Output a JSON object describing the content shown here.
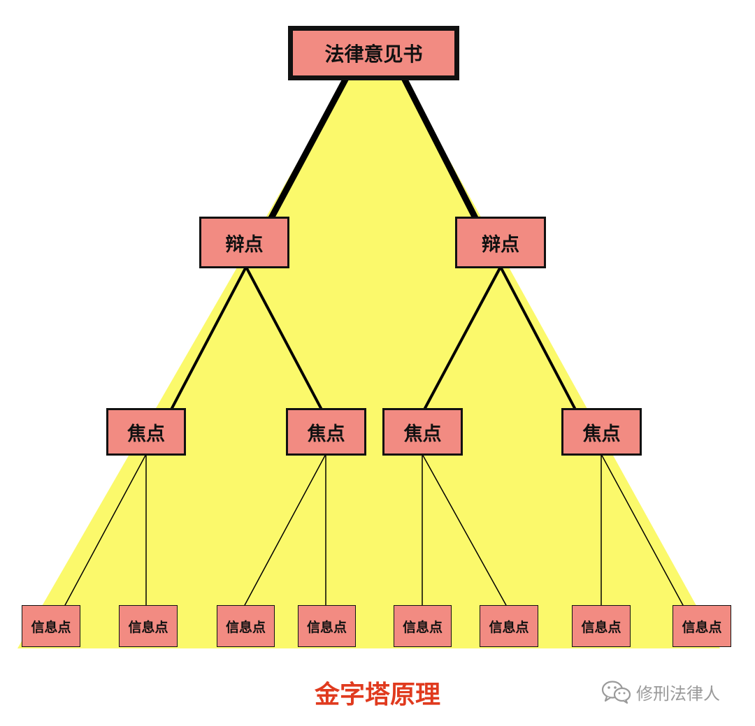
{
  "nodes": {
    "root": {
      "label": "法律意见书"
    },
    "arguments": [
      {
        "label": "辩点"
      },
      {
        "label": "辩点"
      }
    ],
    "focuses": [
      {
        "label": "焦点"
      },
      {
        "label": "焦点"
      },
      {
        "label": "焦点"
      },
      {
        "label": "焦点"
      }
    ],
    "info_points": [
      {
        "label": "信息点"
      },
      {
        "label": "信息点"
      },
      {
        "label": "信息点"
      },
      {
        "label": "信息点"
      },
      {
        "label": "信息点"
      },
      {
        "label": "信息点"
      },
      {
        "label": "信息点"
      },
      {
        "label": "信息点"
      }
    ]
  },
  "caption": "金字塔原理",
  "watermark": {
    "text": "修刑法律人",
    "icon": "wechat-icon"
  },
  "colors": {
    "pyramid_fill": "#fbf96b",
    "box_fill": "#f28b82",
    "caption": "#e03a1e",
    "watermark": "#9a9a9a"
  }
}
